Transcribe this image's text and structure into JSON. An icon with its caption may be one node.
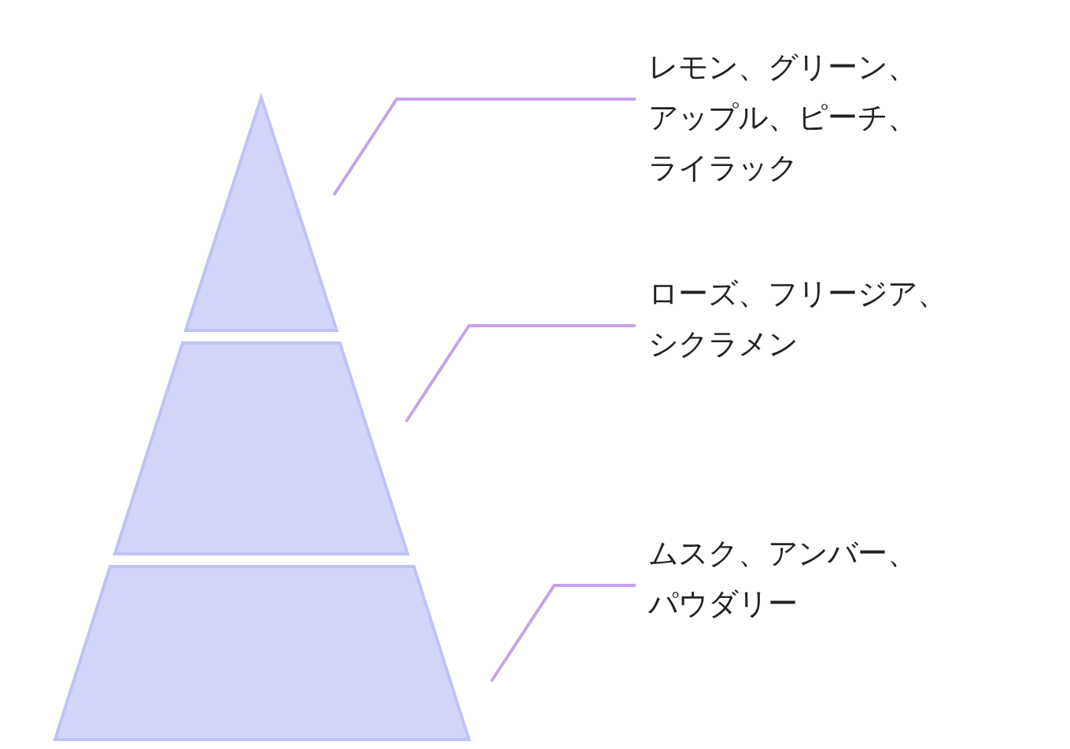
{
  "diagram": {
    "nodes": [
      {
        "text": [],
        "shape": "triangle"
      },
      {
        "text": [],
        "shape": "trapezoid"
      },
      {
        "text": [],
        "shape": "trapezoid"
      },
      {
        "text": [
          "レモン、グリーン、アップル、ピーチ、ライラック"
        ]
      },
      {
        "text": [
          "ローズ、フリージア、シクラメン"
        ]
      },
      {
        "text": [
          "ムスク、アンバー、パウダリー"
        ]
      }
    ],
    "edges": [
      {
        "from": 3,
        "to": 0,
        "arrow": "none"
      },
      {
        "from": 4,
        "to": 1,
        "arrow": "none"
      },
      {
        "from": 5,
        "to": 2,
        "arrow": "none"
      }
    ]
  }
}
